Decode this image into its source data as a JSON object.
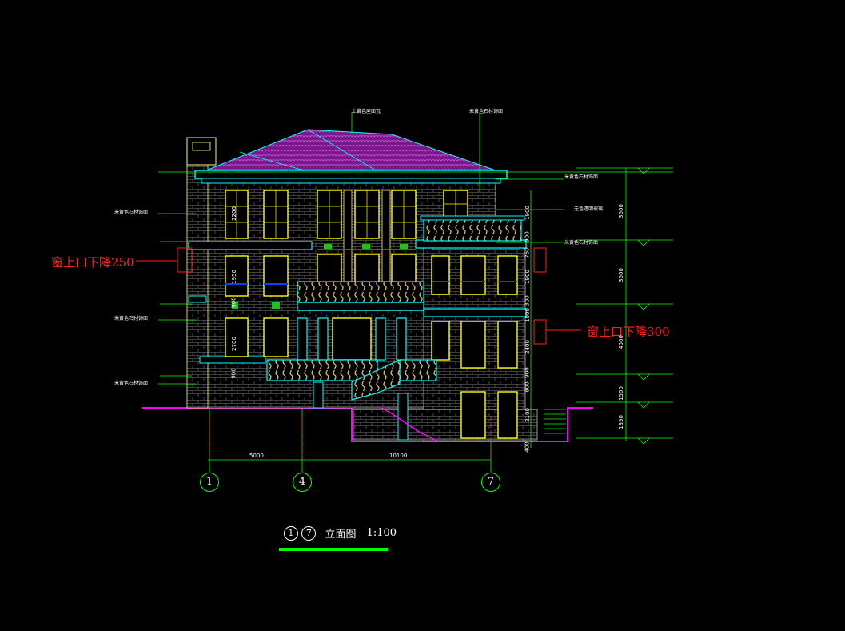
{
  "drawing": {
    "title_ref_left": "1",
    "title_ref_right": "7",
    "title_text": "立面图",
    "scale": "1:100"
  },
  "annotations": {
    "left_red": "窗上口下降250",
    "right_red": "窗上口下降300"
  },
  "material_notes": {
    "roof_top": "土黄色屋面瓦",
    "top_right": "米黄色石材饰面",
    "left_upper": "米黄色石材饰面",
    "left_middle": "米黄色石材饰面",
    "left_lower": "米黄色石材饰面",
    "right_cornice": "米黄色石材饰面",
    "right_glass": "无色透明玻璃",
    "right_band": "米黄色石材饰面"
  },
  "dimensions": {
    "bottom_left": "5000",
    "bottom_right": "10100",
    "right_levels": [
      "3600",
      "3600",
      "4000",
      "1500",
      "1850"
    ],
    "window_heights": [
      "1900",
      "900",
      "750",
      "1900",
      "300",
      "1000",
      "2400",
      "900",
      "800",
      "2100",
      "400"
    ],
    "left_window_dims": [
      "2200",
      "1950",
      "900",
      "2700",
      "900"
    ]
  },
  "axes": [
    "1",
    "4",
    "7"
  ],
  "colors": {
    "background": "#000000",
    "wall": "#8a8a8a",
    "roof": "#a020a0",
    "cornice": "#00ffff",
    "window": "#ffff00",
    "dimension": "#00ff00",
    "annotation": "#ff2020",
    "ground": "#ff00ff"
  }
}
